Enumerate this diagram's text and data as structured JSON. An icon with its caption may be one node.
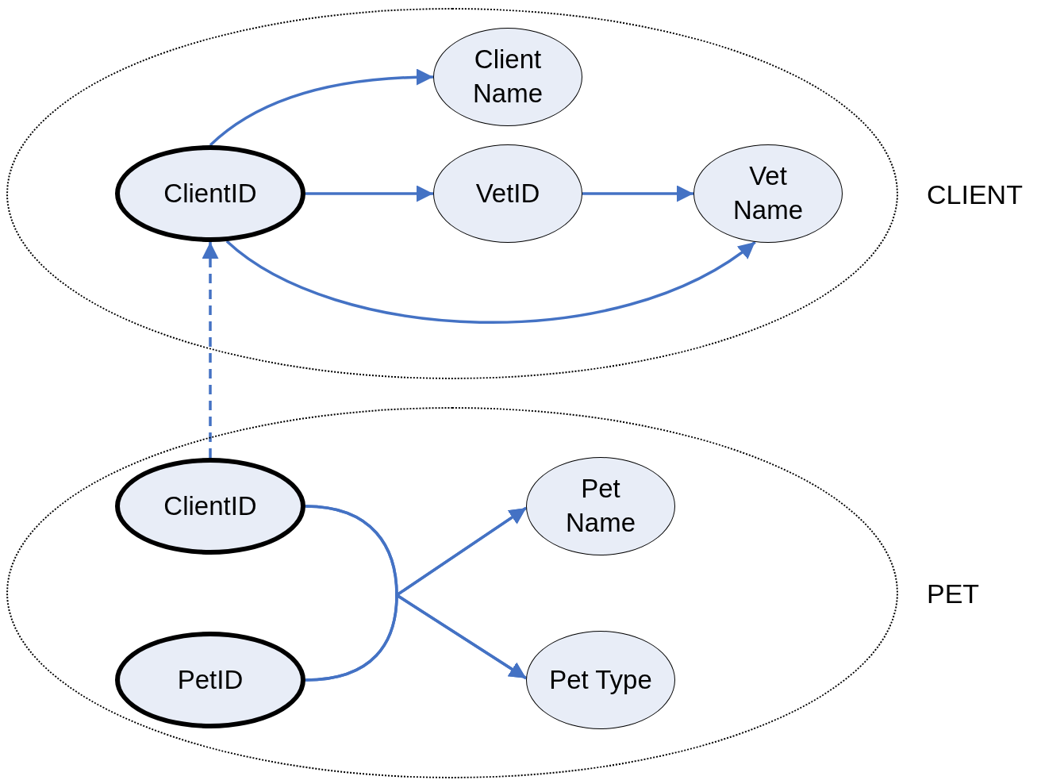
{
  "diagram": {
    "nodes": [
      {
        "text": [
          "CLIENT"
        ]
      },
      {
        "text": [
          "ClientID"
        ],
        "in": 0
      },
      {
        "text": [
          "Client Name"
        ],
        "in": 0
      },
      {
        "text": [
          "VetID"
        ],
        "in": 0
      },
      {
        "text": [
          "Vet Name"
        ],
        "in": 0
      },
      {
        "text": [
          "PET"
        ]
      },
      {
        "text": [
          "ClientID"
        ],
        "in": 5
      },
      {
        "text": [
          "PetID"
        ],
        "in": 5
      },
      {
        "text": [
          "Pet Name"
        ],
        "in": 5
      },
      {
        "text": [
          "Pet Type"
        ],
        "in": 5
      }
    ],
    "edges": [
      {
        "from": 1,
        "to": 2,
        "arrow": "to"
      },
      {
        "from": 1,
        "to": 3,
        "arrow": "to"
      },
      {
        "from": 3,
        "to": 4,
        "arrow": "to"
      },
      {
        "from": 1,
        "to": 4,
        "arrow": "to"
      },
      {
        "from": 6,
        "to": 1,
        "arrow": "to",
        "style": "dashed"
      },
      {
        "from": 6,
        "to": 8,
        "arrow": "to"
      },
      {
        "from": 6,
        "to": 9,
        "arrow": "to"
      },
      {
        "from": 7,
        "to": 8,
        "arrow": "to"
      },
      {
        "from": 7,
        "to": 9,
        "arrow": "to"
      }
    ]
  }
}
